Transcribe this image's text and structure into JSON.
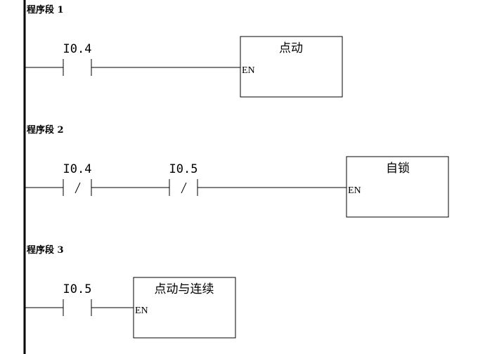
{
  "networks": [
    {
      "title": "程序段 1",
      "contacts": [
        {
          "address": "I0.4",
          "type": "NO"
        }
      ],
      "box": {
        "title": "点动",
        "input": "EN"
      }
    },
    {
      "title": "程序段 2",
      "contacts": [
        {
          "address": "I0.4",
          "type": "NC"
        },
        {
          "address": "I0.5",
          "type": "NC"
        }
      ],
      "box": {
        "title": "自锁",
        "input": "EN"
      }
    },
    {
      "title": "程序段 3",
      "contacts": [
        {
          "address": "I0.5",
          "type": "NO"
        }
      ],
      "box": {
        "title": "点动与连续",
        "input": "EN"
      }
    }
  ]
}
